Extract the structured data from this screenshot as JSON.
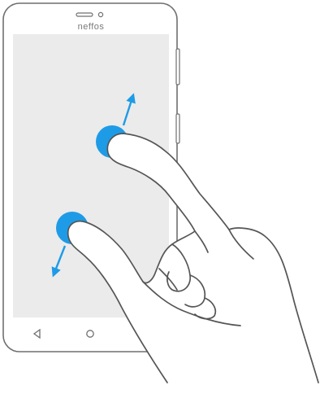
{
  "phone": {
    "brand": "neffos",
    "screen_color": "#ebebeb",
    "outline_color": "#6f6f6f"
  },
  "nav_bar": {
    "back_icon": "triangle-back-icon",
    "home_icon": "circle-home-icon"
  },
  "gesture": {
    "type": "two-finger-spread",
    "touch_color": "#1e9be6",
    "arrow_color": "#1e9be6",
    "touch_points": [
      {
        "name": "upper",
        "arrow": "up-right"
      },
      {
        "name": "lower",
        "arrow": "down-left"
      }
    ]
  },
  "hand": {
    "fill": "#ffffff",
    "stroke": "#555555"
  }
}
